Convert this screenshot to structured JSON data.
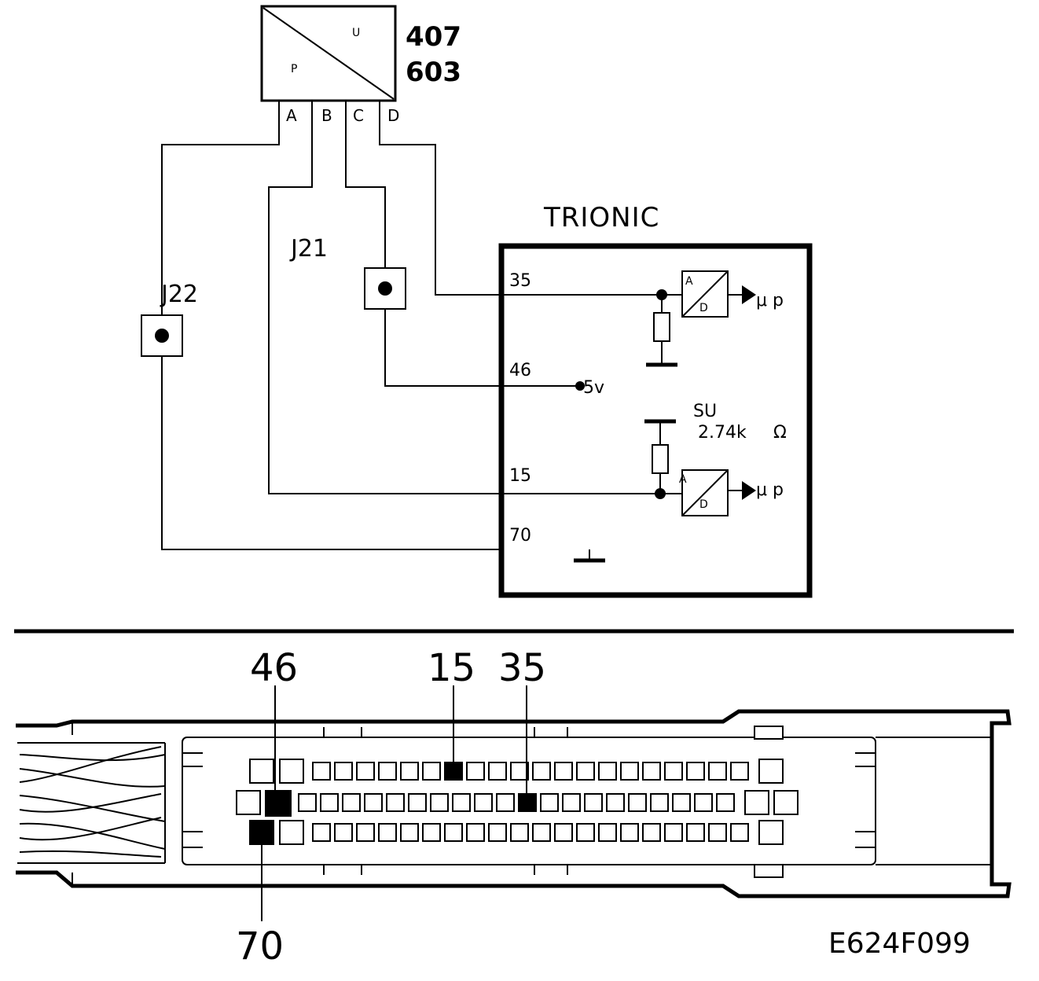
{
  "sensor": {
    "id_line1": "407",
    "id_line2": "603",
    "symbol_u": "U",
    "symbol_p": "P",
    "pins": [
      "A",
      "B",
      "C",
      "D"
    ]
  },
  "junctions": {
    "j21": "J21",
    "j22": "J22"
  },
  "ecu": {
    "title": "TRIONIC",
    "pin_35": "35",
    "pin_46": "46",
    "pin_15": "15",
    "pin_70": "70",
    "supply": "5v",
    "su_label": "SU",
    "su_value": "2.74k",
    "ohm": "Ω",
    "adc_a": "A",
    "adc_d": "D",
    "mu_p": "μ p"
  },
  "connector": {
    "callout_46": "46",
    "callout_15": "15",
    "callout_35": "35",
    "callout_70": "70"
  },
  "figure_code": "E624F099"
}
